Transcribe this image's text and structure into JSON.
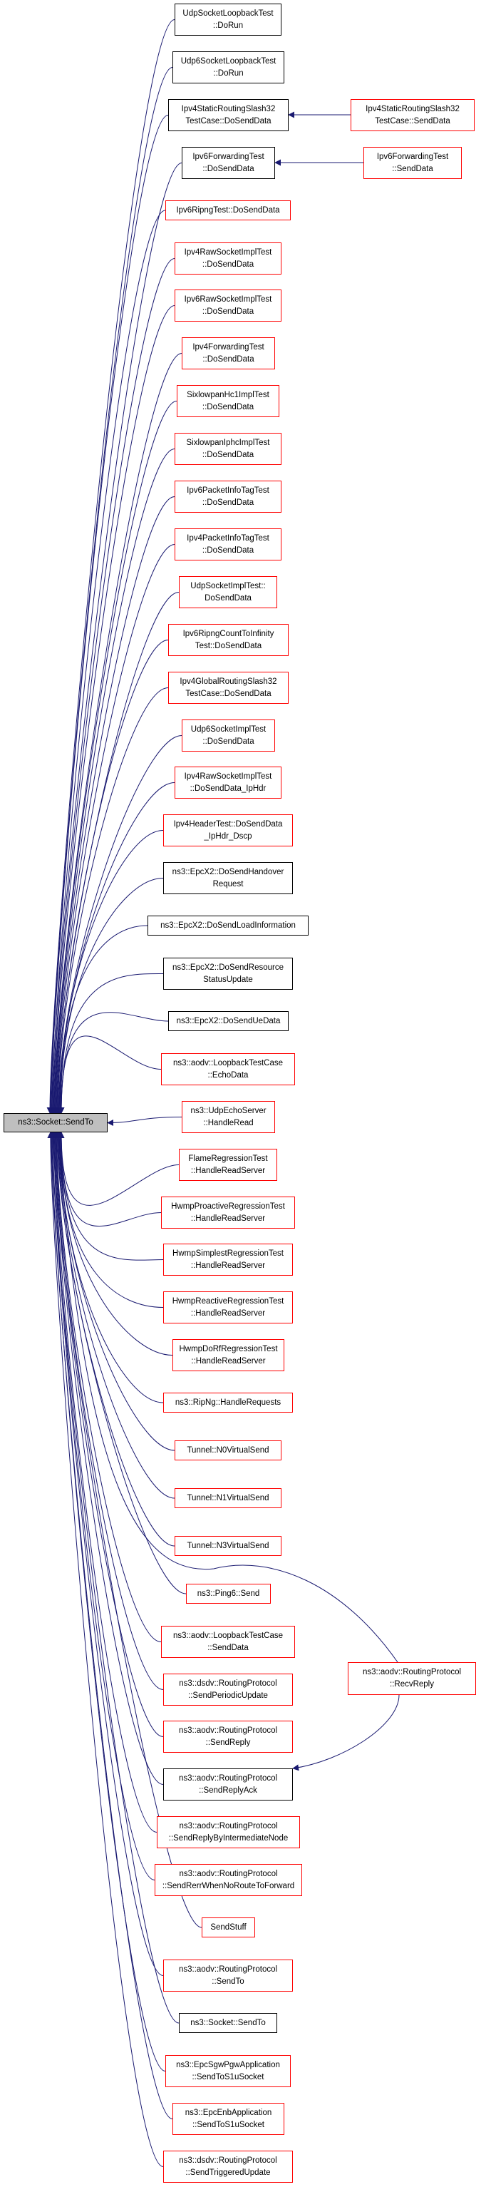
{
  "title": "ns3::Socket::SendTo caller graph",
  "colors": {
    "edge": "#191970",
    "documented_border": "#000000",
    "undocumented_border": "#ff0000",
    "root_fill": "#bfbfbf"
  },
  "root": {
    "label": "ns3::Socket::SendTo"
  },
  "callers": [
    {
      "label": "UdpSocketLoopbackTest\n::DoRun",
      "red": false
    },
    {
      "label": "Udp6SocketLoopbackTest\n::DoRun",
      "red": false
    },
    {
      "label": "Ipv4StaticRoutingSlash32\nTestCase::DoSendData",
      "red": false
    },
    {
      "label": "Ipv6ForwardingTest\n::DoSendData",
      "red": false
    },
    {
      "label": "Ipv6RipngTest::DoSendData",
      "red": true
    },
    {
      "label": "Ipv4RawSocketImplTest\n::DoSendData",
      "red": true
    },
    {
      "label": "Ipv6RawSocketImplTest\n::DoSendData",
      "red": true
    },
    {
      "label": "Ipv4ForwardingTest\n::DoSendData",
      "red": true
    },
    {
      "label": "SixlowpanHc1ImplTest\n::DoSendData",
      "red": true
    },
    {
      "label": "SixlowpanIphcImplTest\n::DoSendData",
      "red": true
    },
    {
      "label": "Ipv6PacketInfoTagTest\n::DoSendData",
      "red": true
    },
    {
      "label": "Ipv4PacketInfoTagTest\n::DoSendData",
      "red": true
    },
    {
      "label": "UdpSocketImplTest::\nDoSendData",
      "red": true
    },
    {
      "label": "Ipv6RipngCountToInfinity\nTest::DoSendData",
      "red": true
    },
    {
      "label": "Ipv4GlobalRoutingSlash32\nTestCase::DoSendData",
      "red": true
    },
    {
      "label": "Udp6SocketImplTest\n::DoSendData",
      "red": true
    },
    {
      "label": "Ipv4RawSocketImplTest\n::DoSendData_IpHdr",
      "red": true
    },
    {
      "label": "Ipv4HeaderTest::DoSendData\n_IpHdr_Dscp",
      "red": true
    },
    {
      "label": "ns3::EpcX2::DoSendHandover\nRequest",
      "red": false
    },
    {
      "label": "ns3::EpcX2::DoSendLoadInformation",
      "red": false
    },
    {
      "label": "ns3::EpcX2::DoSendResource\nStatusUpdate",
      "red": false
    },
    {
      "label": "ns3::EpcX2::DoSendUeData",
      "red": false
    },
    {
      "label": "ns3::aodv::LoopbackTestCase\n::EchoData",
      "red": true
    },
    {
      "label": "ns3::UdpEchoServer\n::HandleRead",
      "red": true
    },
    {
      "label": "FlameRegressionTest\n::HandleReadServer",
      "red": true
    },
    {
      "label": "HwmpProactiveRegressionTest\n::HandleReadServer",
      "red": true
    },
    {
      "label": "HwmpSimplestRegressionTest\n::HandleReadServer",
      "red": true
    },
    {
      "label": "HwmpReactiveRegressionTest\n::HandleReadServer",
      "red": true
    },
    {
      "label": "HwmpDoRfRegressionTest\n::HandleReadServer",
      "red": true
    },
    {
      "label": "ns3::RipNg::HandleRequests",
      "red": true
    },
    {
      "label": "Tunnel::N0VirtualSend",
      "red": true
    },
    {
      "label": "Tunnel::N1VirtualSend",
      "red": true
    },
    {
      "label": "Tunnel::N3VirtualSend",
      "red": true
    },
    {
      "label": "ns3::Ping6::Send",
      "red": true
    },
    {
      "label": "ns3::aodv::LoopbackTestCase\n::SendData",
      "red": true
    },
    {
      "label": "ns3::dsdv::RoutingProtocol\n::SendPeriodicUpdate",
      "red": true
    },
    {
      "label": "ns3::aodv::RoutingProtocol\n::SendReply",
      "red": true
    },
    {
      "label": "ns3::aodv::RoutingProtocol\n::SendReplyAck",
      "red": false
    },
    {
      "label": "ns3::aodv::RoutingProtocol\n::SendReplyByIntermediateNode",
      "red": true
    },
    {
      "label": "ns3::aodv::RoutingProtocol\n::SendRerrWhenNoRouteToForward",
      "red": true
    },
    {
      "label": "SendStuff",
      "red": true
    },
    {
      "label": "ns3::aodv::RoutingProtocol\n::SendTo",
      "red": true
    },
    {
      "label": "ns3::Socket::SendTo",
      "red": false
    },
    {
      "label": "ns3::EpcSgwPgwApplication\n::SendToS1uSocket",
      "red": true
    },
    {
      "label": "ns3::EpcEnbApplication\n::SendToS1uSocket",
      "red": true
    },
    {
      "label": "ns3::dsdv::RoutingProtocol\n::SendTriggeredUpdate",
      "red": true
    }
  ],
  "second_level": [
    {
      "label": "Ipv4StaticRoutingSlash32\nTestCase::SendData",
      "red": true,
      "calls": 2
    },
    {
      "label": "Ipv6ForwardingTest\n::SendData",
      "red": true,
      "calls": 3
    },
    {
      "label": "ns3::aodv::RoutingProtocol\n::RecvReply",
      "red": true,
      "calls": 37
    }
  ]
}
